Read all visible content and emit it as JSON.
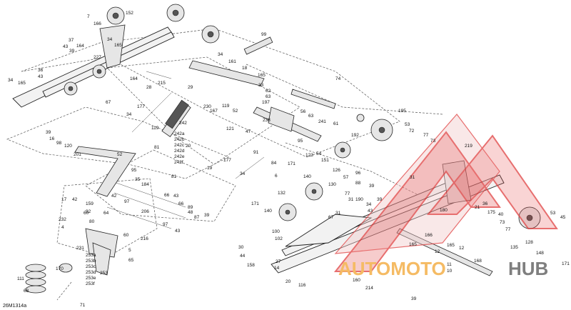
{
  "figure_id": "26M1314a",
  "watermark": {
    "word1": "AUTOMOTO",
    "word2": "HUB",
    "color_word1": "#f2a531",
    "color_word2": "#555555",
    "color_triangle": "#e04040"
  },
  "callouts": {
    "c_7": "7",
    "c_152": "152",
    "c_166a": "166",
    "c_37": "37",
    "c_164a": "164",
    "c_43a": "43",
    "c_39a": "39",
    "c_227": "227",
    "c_34a": "34",
    "c_165a": "165",
    "c_36": "36",
    "c_43b": "43",
    "c_34b": "34",
    "c_165b": "165",
    "c_99": "99",
    "c_34c": "34",
    "c_161": "161",
    "c_18": "18",
    "c_165c": "165",
    "c_74": "74",
    "c_164b": "164",
    "c_28": "28",
    "c_215": "215",
    "c_67a": "67",
    "c_29": "29",
    "c_230": "230",
    "c_167": "167",
    "c_119a": "119",
    "c_33": "33",
    "c_62": "62",
    "c_63a": "63",
    "c_197": "197",
    "c_52a": "52",
    "c_56": "56",
    "c_63b": "63",
    "c_241": "241",
    "c_61": "61",
    "c_177a": "177",
    "c_34d": "34",
    "c_119b": "119",
    "c_238": "238",
    "c_121": "121",
    "c_47": "47",
    "c_195": "195",
    "c_192": "192",
    "c_53a": "53",
    "c_72": "72",
    "c_77a": "77",
    "c_73a": "73",
    "c_219": "219",
    "c_39b": "39",
    "c_16": "16",
    "c_98": "98",
    "c_120": "120",
    "c_242": "242",
    "c_242a": "242a",
    "c_242b": "242b",
    "c_242c": "242c",
    "c_242d": "242d",
    "c_242e": "242e",
    "c_242f": "242f",
    "c_81a": "81",
    "c_201": "201",
    "c_52b": "52",
    "c_95a": "95",
    "c_123": "123",
    "c_54": "54",
    "c_151": "151",
    "c_126": "126",
    "c_57": "57",
    "c_96": "96",
    "c_88": "88",
    "c_39c": "39",
    "c_31a": "31",
    "c_20": "20",
    "c_177b": "177",
    "c_19": "19",
    "c_91": "91",
    "c_84": "84",
    "c_34e": "34",
    "c_6": "6",
    "c_171a": "171",
    "c_140a": "140",
    "c_35": "35",
    "c_95b": "95",
    "c_184": "184",
    "c_81b": "81",
    "c_66a": "66",
    "c_43c": "43",
    "c_17": "17",
    "c_42a": "42",
    "c_42b": "42",
    "c_159": "159",
    "c_97": "97",
    "c_92": "92",
    "c_64": "64",
    "c_206": "206",
    "c_66b": "66",
    "c_89": "89",
    "c_48": "48",
    "c_39d": "39",
    "c_87": "87",
    "c_97b": "97",
    "c_43d": "43",
    "c_232": "232",
    "c_4": "4",
    "c_60a": "60",
    "c_80": "80",
    "c_60b": "60",
    "c_216": "216",
    "c_231": "231",
    "c_5": "5",
    "c_253a": "253a",
    "c_253b": "253b",
    "c_253c": "253c",
    "c_253d": "253d",
    "c_253e": "253e",
    "c_253f": "253f",
    "c_253": "253",
    "c_65": "65",
    "c_111": "111",
    "c_170": "170",
    "c_68": "68",
    "c_71": "71",
    "c_132": "132",
    "c_171b": "171",
    "c_140b": "140",
    "c_130": "130",
    "c_77b": "77",
    "c_190": "190",
    "c_34f": "34",
    "c_43e": "43",
    "c_39e": "39",
    "c_31b": "31",
    "c_67b": "67",
    "c_31c": "31",
    "c_100": "100",
    "c_102": "102",
    "c_30": "30",
    "c_44": "44",
    "c_158": "158",
    "c_27": "27",
    "c_14": "14",
    "c_20b": "20",
    "c_116": "116",
    "c_160": "160",
    "c_214": "214",
    "c_180": "180",
    "c_166b": "166",
    "c_165d": "165",
    "c_12a": "12",
    "c_12b": "12",
    "c_165e": "165",
    "c_11": "11",
    "c_10": "10",
    "c_168": "168",
    "c_39f": "39",
    "c_21": "21",
    "c_36b": "36",
    "c_175": "175",
    "c_40": "40",
    "c_73b": "73",
    "c_77c": "77",
    "c_135": "135",
    "c_128": "128",
    "c_53b": "53",
    "c_45": "45",
    "c_148": "148",
    "c_171c": "171"
  }
}
